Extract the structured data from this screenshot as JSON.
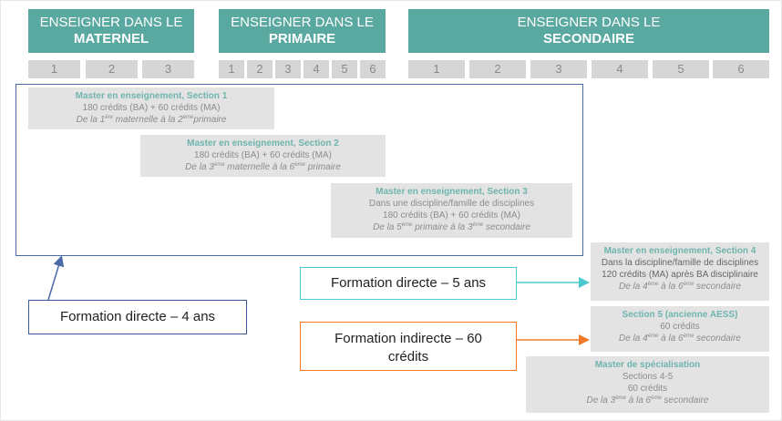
{
  "headers": [
    {
      "line1": "ENSEIGNER DANS LE",
      "line2": "MATERNEL"
    },
    {
      "line1": "ENSEIGNER DANS LE",
      "line2": "PRIMAIRE"
    },
    {
      "line1": "ENSEIGNER DANS LE",
      "line2": "SECONDAIRE"
    }
  ],
  "years": {
    "maternel": [
      "1",
      "2",
      "3"
    ],
    "primaire": [
      "1",
      "2",
      "3",
      "4",
      "5",
      "6"
    ],
    "secondaire": [
      "1",
      "2",
      "3",
      "4",
      "5",
      "6"
    ]
  },
  "boxes": {
    "s1": {
      "title": "Master en enseignement, Section 1",
      "lines": [
        "180 crédits (BA) + 60 crédits (MA)"
      ],
      "range": {
        "a": "De la 1",
        "sup1": "ère",
        "b": " maternelle à la 2",
        "sup2": "ème",
        "c": "primaire"
      }
    },
    "s2": {
      "title": "Master en enseignement, Section 2",
      "lines": [
        "180 crédits (BA) + 60 crédits (MA)"
      ],
      "range": {
        "a": "De la 3",
        "sup1": "ème",
        "b": " maternelle à la 6",
        "sup2": "ème",
        "c": " primaire"
      }
    },
    "s3": {
      "title": "Master en enseignement, Section 3",
      "lines": [
        "Dans une discipline/famille de disciplines",
        "180 crédits (BA) + 60 crédits (MA)"
      ],
      "range": {
        "a": "De la 5",
        "sup1": "ème",
        "b": " primaire à la 3",
        "sup2": "ème",
        "c": " secondaire"
      }
    },
    "s4": {
      "title": "Master en enseignement, Section 4",
      "lines": [
        "Dans la discipline/famille de disciplines",
        "120 crédits (MA) après BA disciplinaire"
      ],
      "range": {
        "a": "De la 4",
        "sup1": "ème",
        "b": " à la 6",
        "sup2": "ème",
        "c": " secondaire"
      }
    },
    "s5": {
      "title": "Section 5 (ancienne AESS)",
      "lines": [
        "60 crédits"
      ],
      "range": {
        "a": "De la 4",
        "sup1": "ème",
        "b": " à la 6",
        "sup2": "ème",
        "c": " secondaire"
      }
    },
    "spec": {
      "title": "Master de spécialisation",
      "lines": [
        "Sections 4-5",
        "60 crédits"
      ],
      "range": {
        "a": "De la 3",
        "sup1": "ème",
        "b": " à la 6",
        "sup2": "ème",
        "c": " secondaire"
      }
    }
  },
  "labels": {
    "four_years": "Formation directe – 4 ans",
    "five_years": "Formation directe – 5 ans",
    "indirect_line1": "Formation indirecte – 60",
    "indirect_line2": "crédits"
  },
  "colors": {
    "teal_header": "#5aa9a0",
    "blue_outline": "#4a6aa8",
    "cyan_label": "#4cc9cf",
    "orange_label": "#f07a2a"
  }
}
